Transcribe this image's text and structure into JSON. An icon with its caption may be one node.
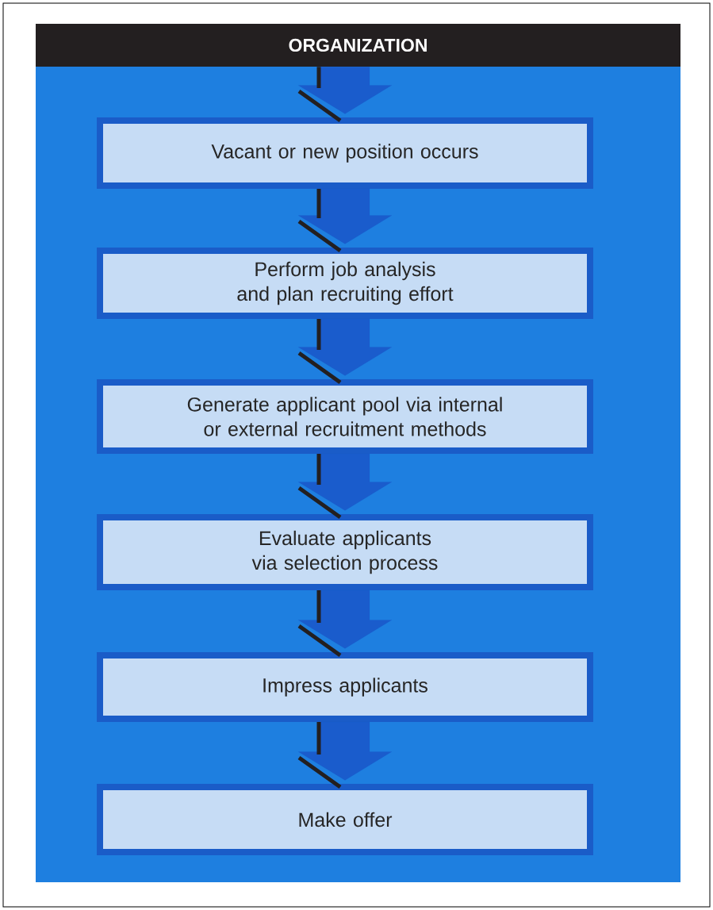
{
  "diagram": {
    "nodes": [
      {
        "text": [
          "ORGANIZATION"
        ]
      },
      {
        "text": [
          "Vacant or new position occurs"
        ]
      },
      {
        "text": [
          "Perform job analysis and plan recruiting effort"
        ]
      },
      {
        "text": [
          "Generate applicant pool via internal or external recruitment methods"
        ]
      },
      {
        "text": [
          "Evaluate applicants via selection process"
        ]
      },
      {
        "text": [
          "Impress applicants"
        ]
      },
      {
        "text": [
          "Make offer"
        ]
      }
    ],
    "edges": [
      {
        "from": 0,
        "to": 1,
        "arrow": "to"
      },
      {
        "from": 1,
        "to": 2,
        "arrow": "to"
      },
      {
        "from": 2,
        "to": 3,
        "arrow": "to"
      },
      {
        "from": 3,
        "to": 4,
        "arrow": "to"
      },
      {
        "from": 4,
        "to": 5,
        "arrow": "to"
      },
      {
        "from": 5,
        "to": 6,
        "arrow": "to"
      }
    ]
  }
}
